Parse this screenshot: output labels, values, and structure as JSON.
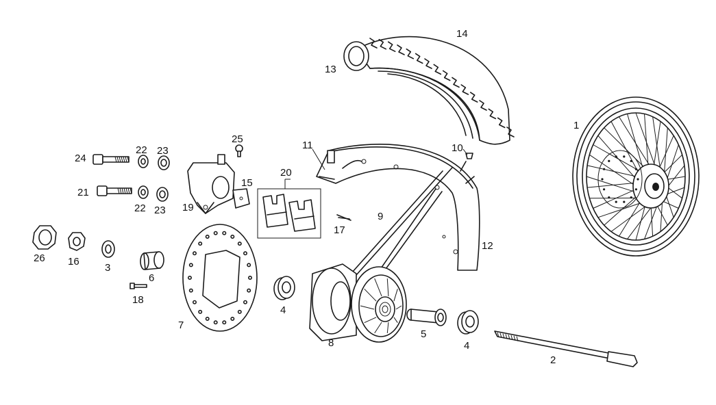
{
  "callouts": [
    {
      "id": "1",
      "text": "1"
    },
    {
      "id": "2",
      "text": "2"
    },
    {
      "id": "3",
      "text": "3"
    },
    {
      "id": "4a",
      "text": "4"
    },
    {
      "id": "4b",
      "text": "4"
    },
    {
      "id": "5",
      "text": "5"
    },
    {
      "id": "6",
      "text": "6"
    },
    {
      "id": "7",
      "text": "7"
    },
    {
      "id": "8",
      "text": "8"
    },
    {
      "id": "9",
      "text": "9"
    },
    {
      "id": "10",
      "text": "10"
    },
    {
      "id": "11",
      "text": "11"
    },
    {
      "id": "12",
      "text": "12"
    },
    {
      "id": "13",
      "text": "13"
    },
    {
      "id": "14",
      "text": "14"
    },
    {
      "id": "15",
      "text": "15"
    },
    {
      "id": "16",
      "text": "16"
    },
    {
      "id": "17",
      "text": "17"
    },
    {
      "id": "18",
      "text": "18"
    },
    {
      "id": "19",
      "text": "19"
    },
    {
      "id": "20",
      "text": "20"
    },
    {
      "id": "21",
      "text": "21"
    },
    {
      "id": "22a",
      "text": "22"
    },
    {
      "id": "22b",
      "text": "22"
    },
    {
      "id": "23a",
      "text": "23"
    },
    {
      "id": "23b",
      "text": "23"
    },
    {
      "id": "24",
      "text": "24"
    },
    {
      "id": "25",
      "text": "25"
    },
    {
      "id": "26",
      "text": "26"
    }
  ]
}
